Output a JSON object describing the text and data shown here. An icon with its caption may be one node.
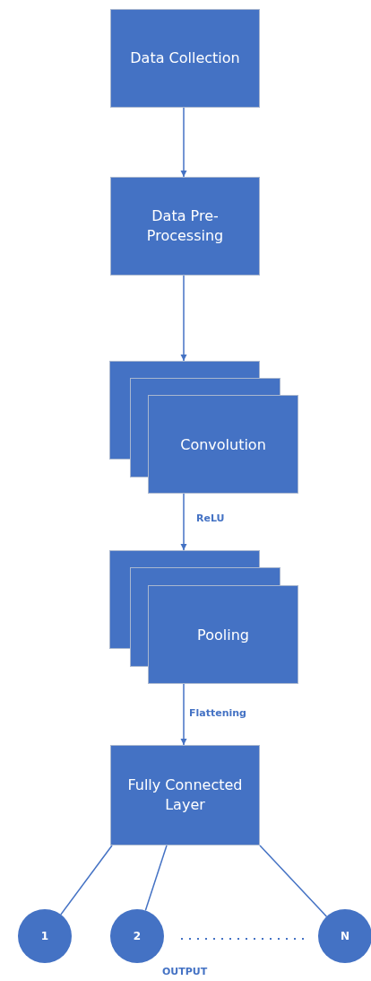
{
  "diagram": {
    "nodes": [
      {
        "text": [
          "Data Collection"
        ]
      },
      {
        "text": [
          "Data Pre-Processing"
        ]
      },
      {
        "text": [
          "Convolution"
        ]
      },
      {
        "text": [
          "Pooling"
        ]
      },
      {
        "text": [
          "Fully Connected Layer"
        ]
      },
      {
        "text": [
          "1"
        ]
      },
      {
        "text": [
          "2"
        ]
      },
      {
        "text": [
          "N"
        ]
      }
    ],
    "edges": [
      {
        "from": 0,
        "to": 1,
        "arrow": "to"
      },
      {
        "from": 1,
        "to": 2,
        "arrow": "to"
      },
      {
        "from": 2,
        "to": 3,
        "label": "ReLU",
        "arrow": "to"
      },
      {
        "from": 3,
        "to": 4,
        "label": "Flattening",
        "arrow": "to"
      },
      {
        "from": 4,
        "to": 5,
        "arrow": "none"
      },
      {
        "from": 4,
        "to": 6,
        "arrow": "none"
      },
      {
        "from": 4,
        "to": 7,
        "arrow": "none"
      }
    ],
    "labels": [
      "OUTPUT"
    ]
  }
}
